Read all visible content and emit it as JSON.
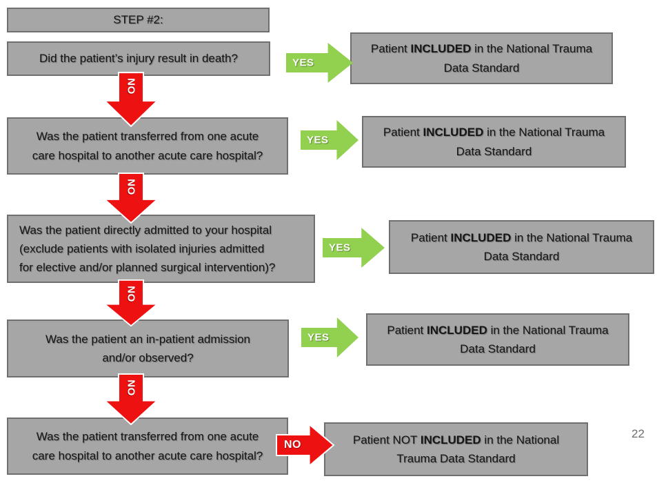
{
  "step_header": {
    "label": "STEP #2:"
  },
  "labels": {
    "yes": "YES",
    "no": "NO"
  },
  "page_number": "22",
  "questions": [
    {
      "text": "Did the patient’s injury result in death?"
    },
    {
      "text": "Was the patient transferred from one acute\ncare hospital to another acute care hospital?"
    },
    {
      "text": "Was the patient directly admitted to your hospital\n(exclude patients with isolated injuries admitted\nfor elective and/or planned surgical intervention)?"
    },
    {
      "text": "Was the patient an in-patient admission\nand/or observed?"
    },
    {
      "text": "Was the patient transferred from one acute\ncare hospital to another acute care hospital?"
    }
  ],
  "outcomes": [
    {
      "pre": "Patient ",
      "bold": "INCLUDED",
      "post": " in the National Trauma\nData Standard"
    },
    {
      "pre": "Patient ",
      "bold": "INCLUDED",
      "post": " in the National Trauma\nData Standard"
    },
    {
      "pre": "Patient ",
      "bold": "INCLUDED",
      "post": " in the National Trauma\nData Standard"
    },
    {
      "pre": "Patient ",
      "bold": "INCLUDED",
      "post": " in the National Trauma\nData Standard"
    },
    {
      "pre": "Patient NOT ",
      "bold": "INCLUDED",
      "post": " in the National\nTrauma Data Standard"
    }
  ],
  "colors": {
    "box_fill": "#a6a6a6",
    "box_border": "#6f6f6f",
    "yes_green": "#92d050",
    "no_red": "#ee1111",
    "arrow_text": "#ffffff",
    "question_text": "#161616",
    "page_number_color": "#6e6e6e"
  }
}
